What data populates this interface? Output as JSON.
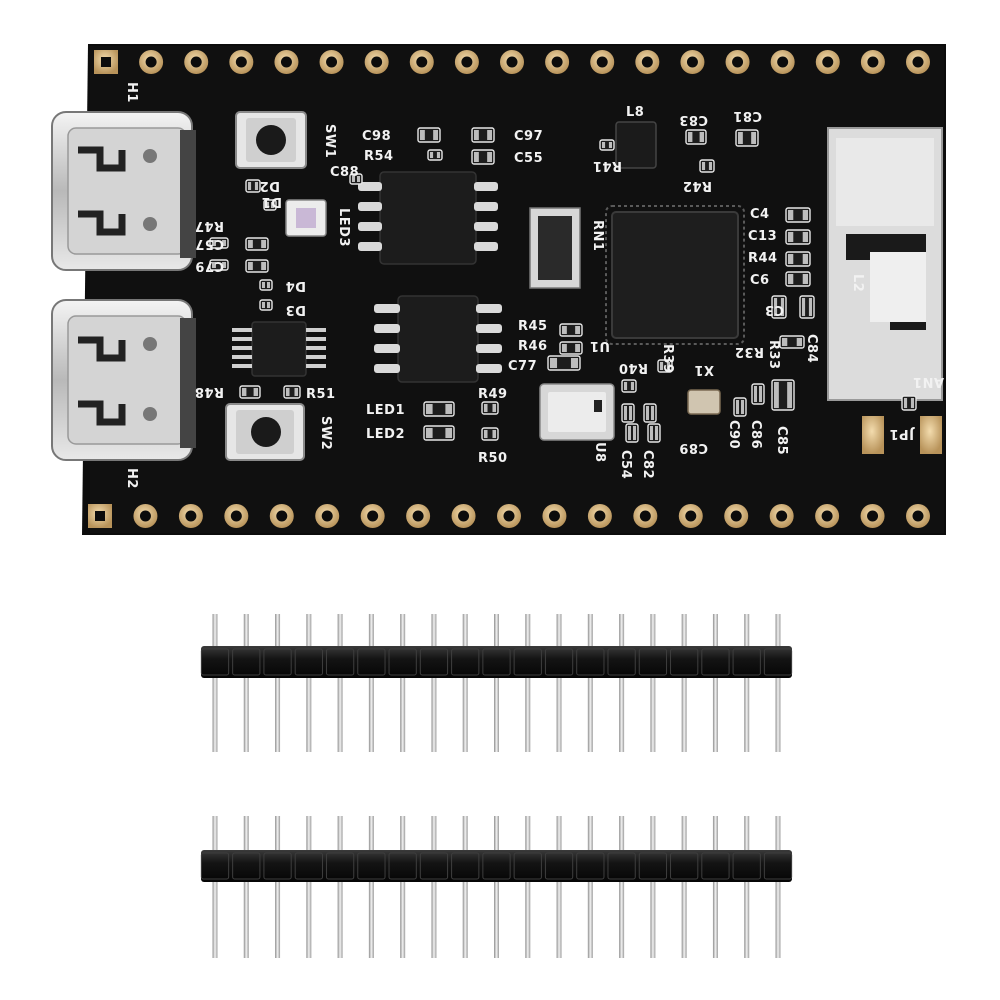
{
  "board": {
    "labels": {
      "h1": "H1",
      "h2": "H2",
      "sw1": "SW1",
      "sw2": "SW2",
      "c98": "C98",
      "r54": "R54",
      "c88": "C88",
      "c97": "C97",
      "c55": "C55",
      "l8": "L8",
      "r41": "R41",
      "c83": "C83",
      "c81": "C81",
      "r42": "R42",
      "d2": "D2",
      "d1": "D1",
      "r47": "R47",
      "c57": "C57",
      "c79": "C79",
      "led3": "LED3",
      "rn1": "RN1",
      "d4": "D4",
      "d3": "D3",
      "c4": "C4",
      "c13": "C13",
      "r44": "R44",
      "c6": "C6",
      "c3": "C3",
      "r32": "R32",
      "r33": "R33",
      "c84": "C84",
      "l2": "L2",
      "an1": "AN1",
      "r45": "R45",
      "r46": "R46",
      "c77": "C77",
      "r40": "R40",
      "r39": "R39",
      "x1": "X1",
      "u1": "U1",
      "r48": "R48",
      "r51": "R51",
      "r49": "R49",
      "led1": "LED1",
      "led2": "LED2",
      "r50": "R50",
      "c89": "C89",
      "c90": "C90",
      "c86": "C86",
      "c85": "C85",
      "u8": "U8",
      "c54": "C54",
      "c82": "C82",
      "jp1": "JP1"
    }
  },
  "pin_headers": {
    "count": 2,
    "pins_per_row": 19
  },
  "colors": {
    "pcb": "#0c0c0c",
    "silkscreen": "#f2f2f2",
    "gold_pad": "#d9b77c",
    "steel": "#c8c8c8",
    "header_plastic": "#151515"
  }
}
